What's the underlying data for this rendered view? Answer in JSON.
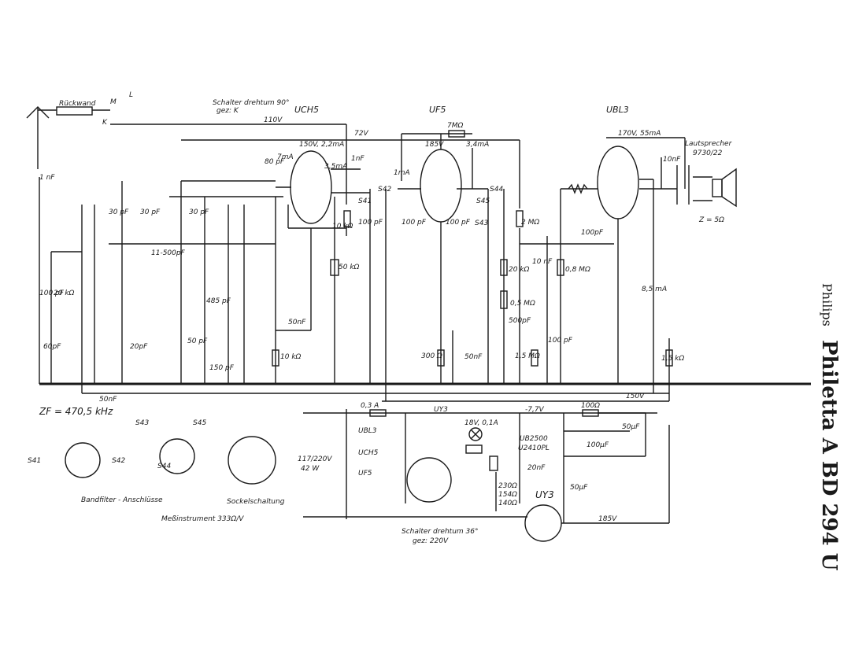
{
  "title": {
    "brand": "Philips",
    "model": "Philetta A BD 294 U"
  },
  "tubes": {
    "uch5": "UCH5",
    "uf5": "UF5",
    "ubl3": "UBL3",
    "uy3": "UY3"
  },
  "labels": {
    "rueckwand": "Rückwand",
    "schalter_90": "Schalter drehtum 90°",
    "gez_k": "gez: K",
    "v110": "110V",
    "v72": "72V",
    "v170": "170V, 55mA",
    "lautsprecher": "Lautsprecher",
    "lautsprecher_no": "9730/22",
    "z5": "Z = 5Ω",
    "r7m": "7MΩ",
    "v185_34": "185V",
    "ma34": "3,4mA",
    "v150_22": "150V, 2,2mA",
    "ma7": "7mA",
    "ma35": "3,5mA",
    "nf1": "1nF",
    "pf80": "80 pF",
    "k10": "10 kΩ",
    "k50": "50 kΩ",
    "s41": "S41",
    "s42": "S42",
    "s43": "S43",
    "s44": "S44",
    "s45": "S45",
    "pf100": "100 pF",
    "ma1": "1mA",
    "m2": "2 MΩ",
    "pf100b": "100pF",
    "k20": "20 kΩ",
    "m08": "0,8 MΩ",
    "m05": "0,5 MΩ",
    "pf500": "500pF",
    "m15": "1,5 MΩ",
    "nf10": "10 nF",
    "nf10b": "10nF",
    "ma85": "8,5 mA",
    "k15": "1,5 kΩ",
    "nf50": "50nF",
    "k10b": "10 kΩ",
    "r300": "300 Ω",
    "nf50b": "50nF",
    "v150": "150V",
    "pf30": "30 pF",
    "pf11_500": "11-500pF",
    "pf485": "485 pF",
    "pf50": "50 pF",
    "pf150": "150 pF",
    "pf20": "20pF",
    "pf60": "60pF",
    "pf100c": "100 pF",
    "k20b": "20 kΩ",
    "nf1b": "1 nF",
    "nf50c": "50nF",
    "zf": "ZF = 470,5 kHz",
    "bandfilter": "Bandfilter - Anschlüsse",
    "sockel": "Sockelschaltung",
    "messinstrument": "Meßinstrument 333Ω/V",
    "v117_220": "117/220V",
    "w42": "42 W",
    "a03": "0,3 A",
    "uy3_top": "UY3",
    "v77": "-7,7V",
    "r100": "100Ω",
    "lamp": "18V, 0,1A",
    "ub2500": "UB2500",
    "u2410": "U2410PL",
    "nf20": "20nF",
    "uf50a": "50μF",
    "uf100": "100μF",
    "uf50b": "50μF",
    "r230": "230Ω",
    "r154": "154Ω",
    "r140": "140Ω",
    "schalter_36": "Schalter drehtum 36°",
    "gez_220": "gez: 220V",
    "v185": "185V",
    "ubl3_heater": "UBL3",
    "uch5_heater": "UCH5",
    "uf5_heater": "UF5",
    "switch_m": "M",
    "switch_l": "L",
    "switch_k": "K"
  },
  "colors": {
    "ink": "#1a1a1a",
    "paper": "#ffffff"
  }
}
